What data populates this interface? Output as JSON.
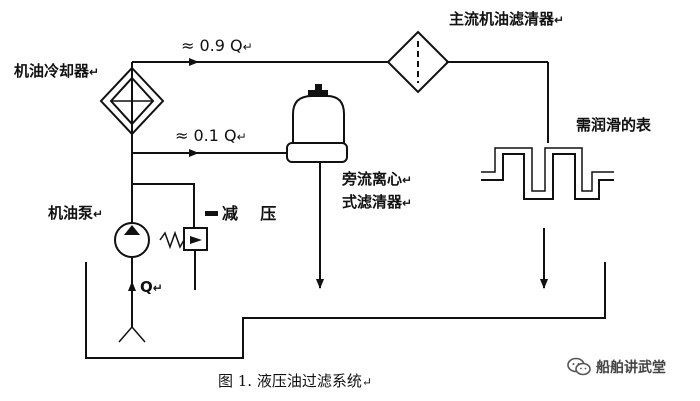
{
  "labels": {
    "oil_cooler": "机油冷却器",
    "main_filter": "主流机油滤清器",
    "flow_main": "≈ 0.9 Q",
    "flow_bypass": "≈ 0.1 Q",
    "bypass_filter_line1": "旁流离心",
    "bypass_filter_line2": "式滤清器",
    "lubricated_surface": "需润滑的表",
    "oil_pump": "机油泵",
    "pressure_relief": "减    压",
    "pump_flow": "Q",
    "caption": "图 1. 液压油过滤系统"
  },
  "paragraph_marks": {
    "oil_cooler": "↵",
    "main_filter": "↵",
    "flow_main": "↵",
    "flow_bypass": "↵",
    "bypass_filter_line1": "↵",
    "bypass_filter_line2": "↵",
    "oil_pump": "↵",
    "pump_flow": "↵",
    "caption": "↵"
  },
  "watermark": {
    "text": "船舶讲武堂",
    "icon": "wechat-logo-icon"
  },
  "colors": {
    "line": "#111111",
    "background": "#ffffff"
  }
}
